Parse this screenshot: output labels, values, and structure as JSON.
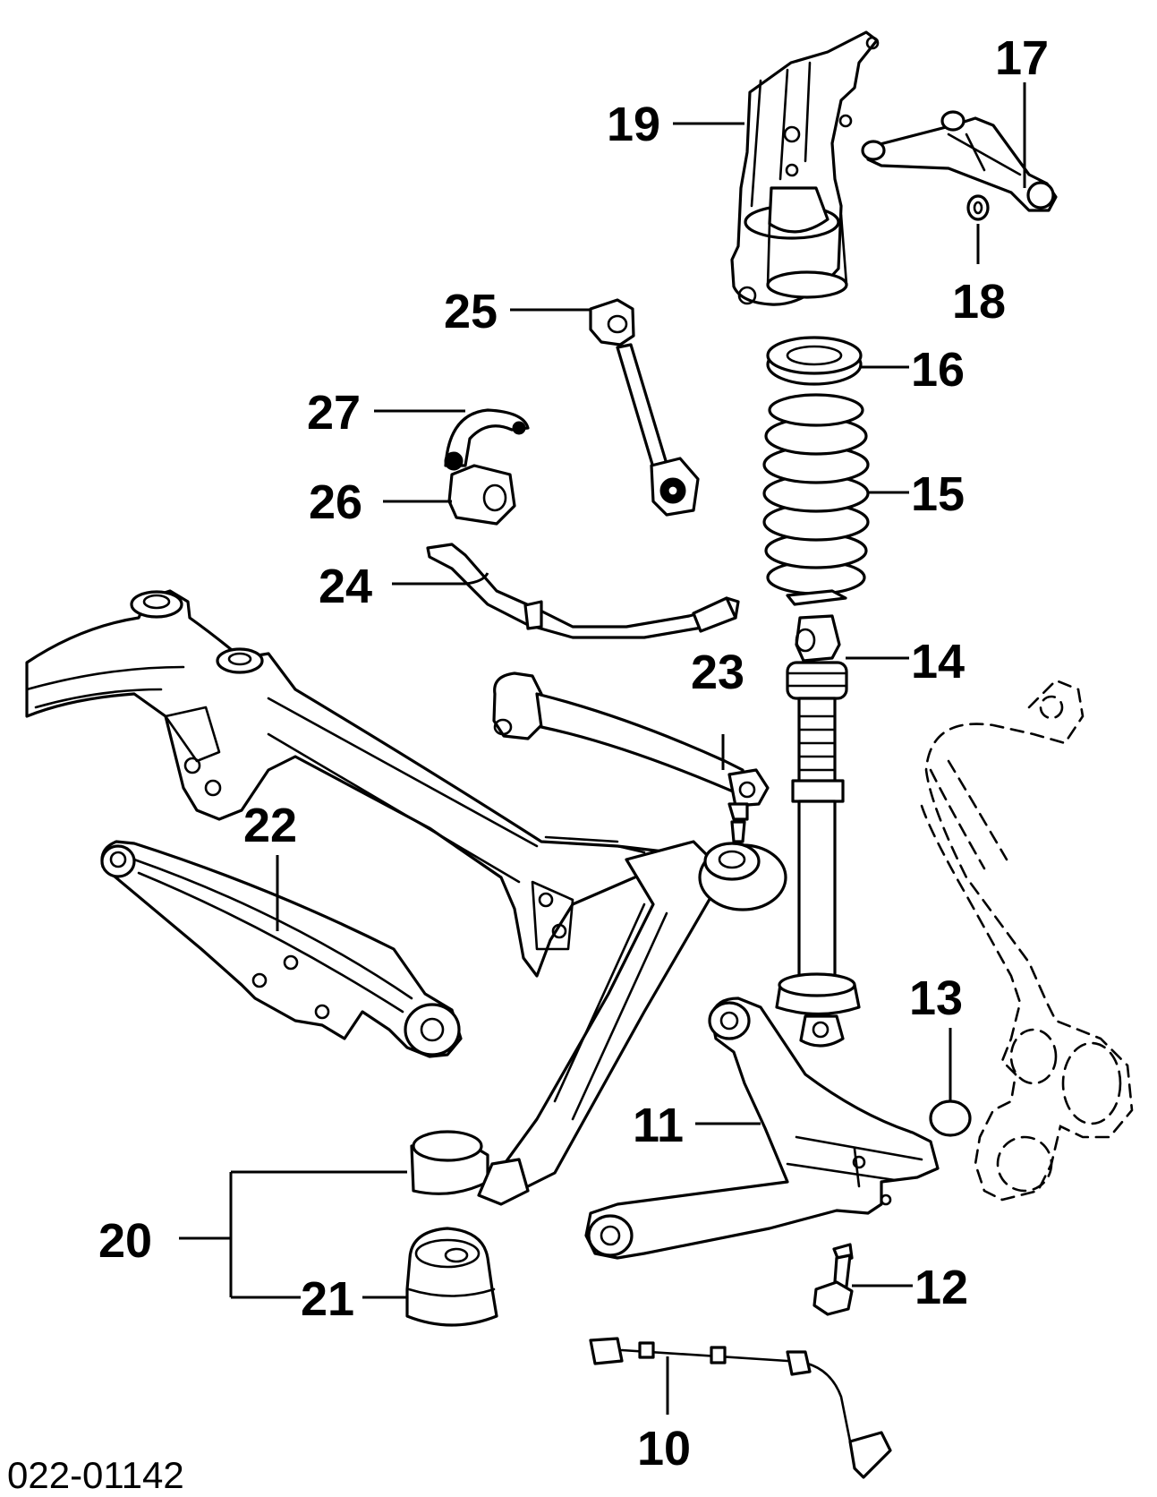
{
  "figure_id": "022-01142",
  "callouts": {
    "c10": "10",
    "c11": "11",
    "c12": "12",
    "c13": "13",
    "c14": "14",
    "c15": "15",
    "c16": "16",
    "c17": "17",
    "c18": "18",
    "c19": "19",
    "c20": "20",
    "c21": "21",
    "c22": "22",
    "c23": "23",
    "c24": "24",
    "c25": "25",
    "c26": "26",
    "c27": "27"
  }
}
